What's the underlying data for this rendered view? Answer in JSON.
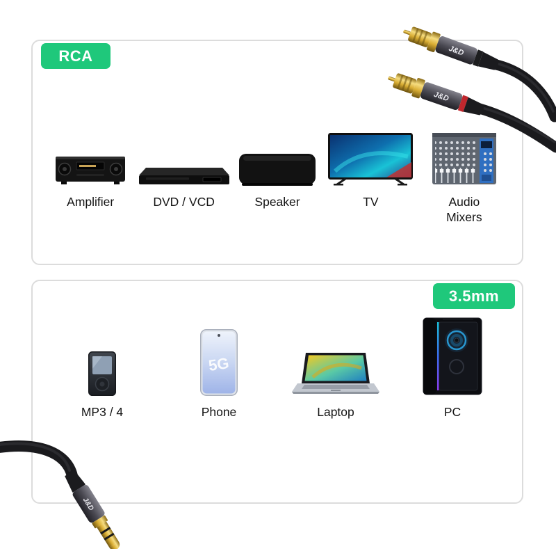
{
  "cable_brand": "J&D",
  "colors": {
    "accent_green": "#1fc87b",
    "panel_border": "#dcdcdc",
    "label_text": "#141414",
    "cable_black": "#1a1a1d",
    "connector_gold": "#d9ad33"
  },
  "sections": [
    {
      "badge": "RCA",
      "devices": [
        {
          "label": "Amplifier"
        },
        {
          "label": "DVD / VCD"
        },
        {
          "label": "Speaker"
        },
        {
          "label": "TV"
        },
        {
          "label": "Audio Mixers"
        }
      ]
    },
    {
      "badge": "3.5mm",
      "devices": [
        {
          "label": "MP3 / 4"
        },
        {
          "label": "Phone",
          "screen_text": "5G"
        },
        {
          "label": "Laptop"
        },
        {
          "label": "PC"
        }
      ]
    }
  ]
}
